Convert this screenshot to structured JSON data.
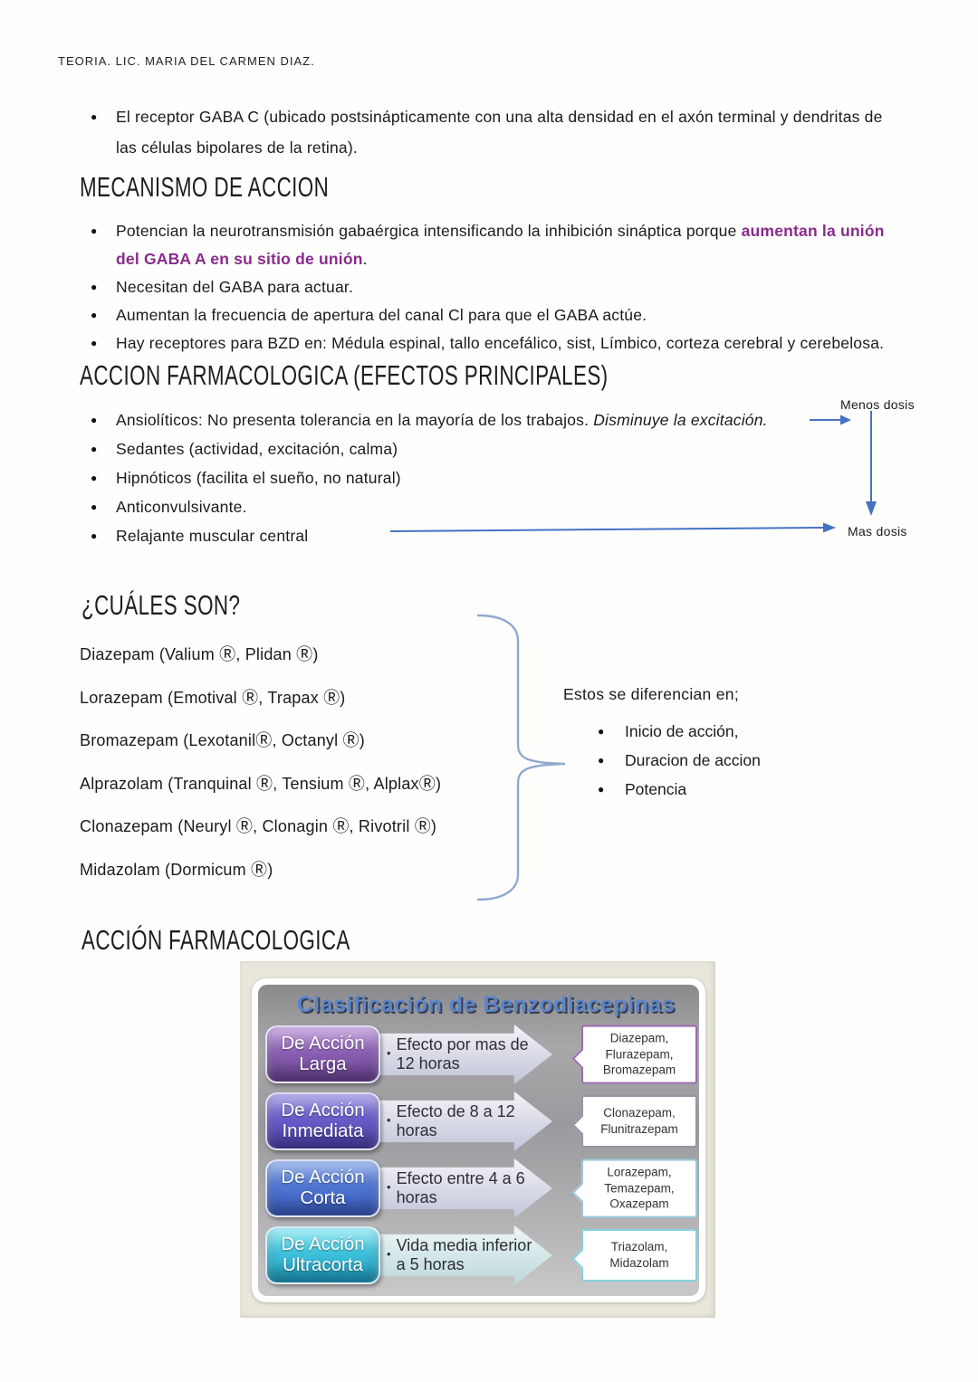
{
  "header": {
    "title": "TEORIA. LIC. MARIA DEL CARMEN DIAZ."
  },
  "intro": {
    "line1": "El receptor GABA C (ubicado postsinápticamente con una alta densidad en el axón terminal y dendritas de",
    "line2": "las células bipolares de la retina)."
  },
  "mecanismo": {
    "heading": "MECANISMO DE ACCION",
    "b1_normal": "Potencian la neurotransmisión gabaérgica intensificando la inhibición sináptica porque ",
    "b1_hl1": "aumentan la unión",
    "b1_hl2": "del GABA A en su sitio de unión",
    "b1_end": ".",
    "bullets": [
      "Necesitan del GABA para actuar.",
      "Aumentan la frecuencia de apertura del canal Cl para que el GABA actúe.",
      "Hay receptores para BZD en: Médula espinal, tallo encefálico, sist, Límbico, corteza cerebral y cerebelosa."
    ]
  },
  "accion": {
    "heading": "ACCION FARMACOLOGICA (EFECTOS PRINCIPALES)",
    "b1_normal": "Ansiolíticos: No presenta tolerancia en la mayoría de los trabajos. ",
    "b1_italic": "Disminuye la excitación.",
    "bullets": [
      "Sedantes (actividad, excitación, calma)",
      "Hipnóticos (facilita el sueño, no natural)",
      "Anticonvulsivante.",
      "Relajante muscular central"
    ],
    "menos_label": "Menos dosis",
    "mas_label": "Mas dosis"
  },
  "cuales": {
    "heading": "¿CUÁLES SON?",
    "drugs": [
      "Diazepam (Valium Ⓡ, Plidan Ⓡ)",
      "Lorazepam (Emotival Ⓡ, Trapax Ⓡ)",
      "Bromazepam (LexotanilⓇ, Octanyl Ⓡ)",
      "Alprazolam (Tranquinal Ⓡ, Tensium Ⓡ, AlplaxⓇ)",
      "Clonazepam (Neuryl Ⓡ, Clonagin Ⓡ, Rivotril Ⓡ)",
      "Midazolam (Dormicum Ⓡ)"
    ],
    "diff_title": "Estos se diferencian en;",
    "diff_items": [
      "Inicio de acción,",
      "Duracion de accion",
      "Potencia"
    ]
  },
  "accion2": {
    "heading": "ACCIÓN FARMACOLOGICA"
  },
  "classification": {
    "title": "Clasificación de Benzodiacepinas",
    "bullet_glyph": "•",
    "rows": [
      {
        "line1": "De Acción",
        "line2": "Larga",
        "effect": "Efecto por mas de 12 horas",
        "drugs": "Diazepam,\nFlurazepam,\nBromazepam"
      },
      {
        "line1": "De Acción",
        "line2": "Inmediata",
        "effect": "Efecto de 8 a 12 horas",
        "drugs": "Clonazepam,\nFlunitrazepam"
      },
      {
        "line1": "De Acción",
        "line2": "Corta",
        "effect": "Efecto entre 4 a 6 horas",
        "drugs": "Lorazepam,\nTemazepam,\nOxazepam"
      },
      {
        "line1": "De Acción",
        "line2": "Ultracorta",
        "effect": "Vida media inferior a 5 horas",
        "drugs": "Triazolam,\nMidazolam"
      }
    ]
  },
  "colors": {
    "highlight_purple": "#8a2b8d",
    "arrow_blue": "#4472c4",
    "brace_blue": "#8fa9cf",
    "graphic_title_blue": "#5b85c8",
    "badge_larga": "#8a5fb2",
    "badge_inmediata": "#675bc8",
    "badge_corta": "#4f75d2",
    "badge_ultracorta": "#3cc0da"
  }
}
